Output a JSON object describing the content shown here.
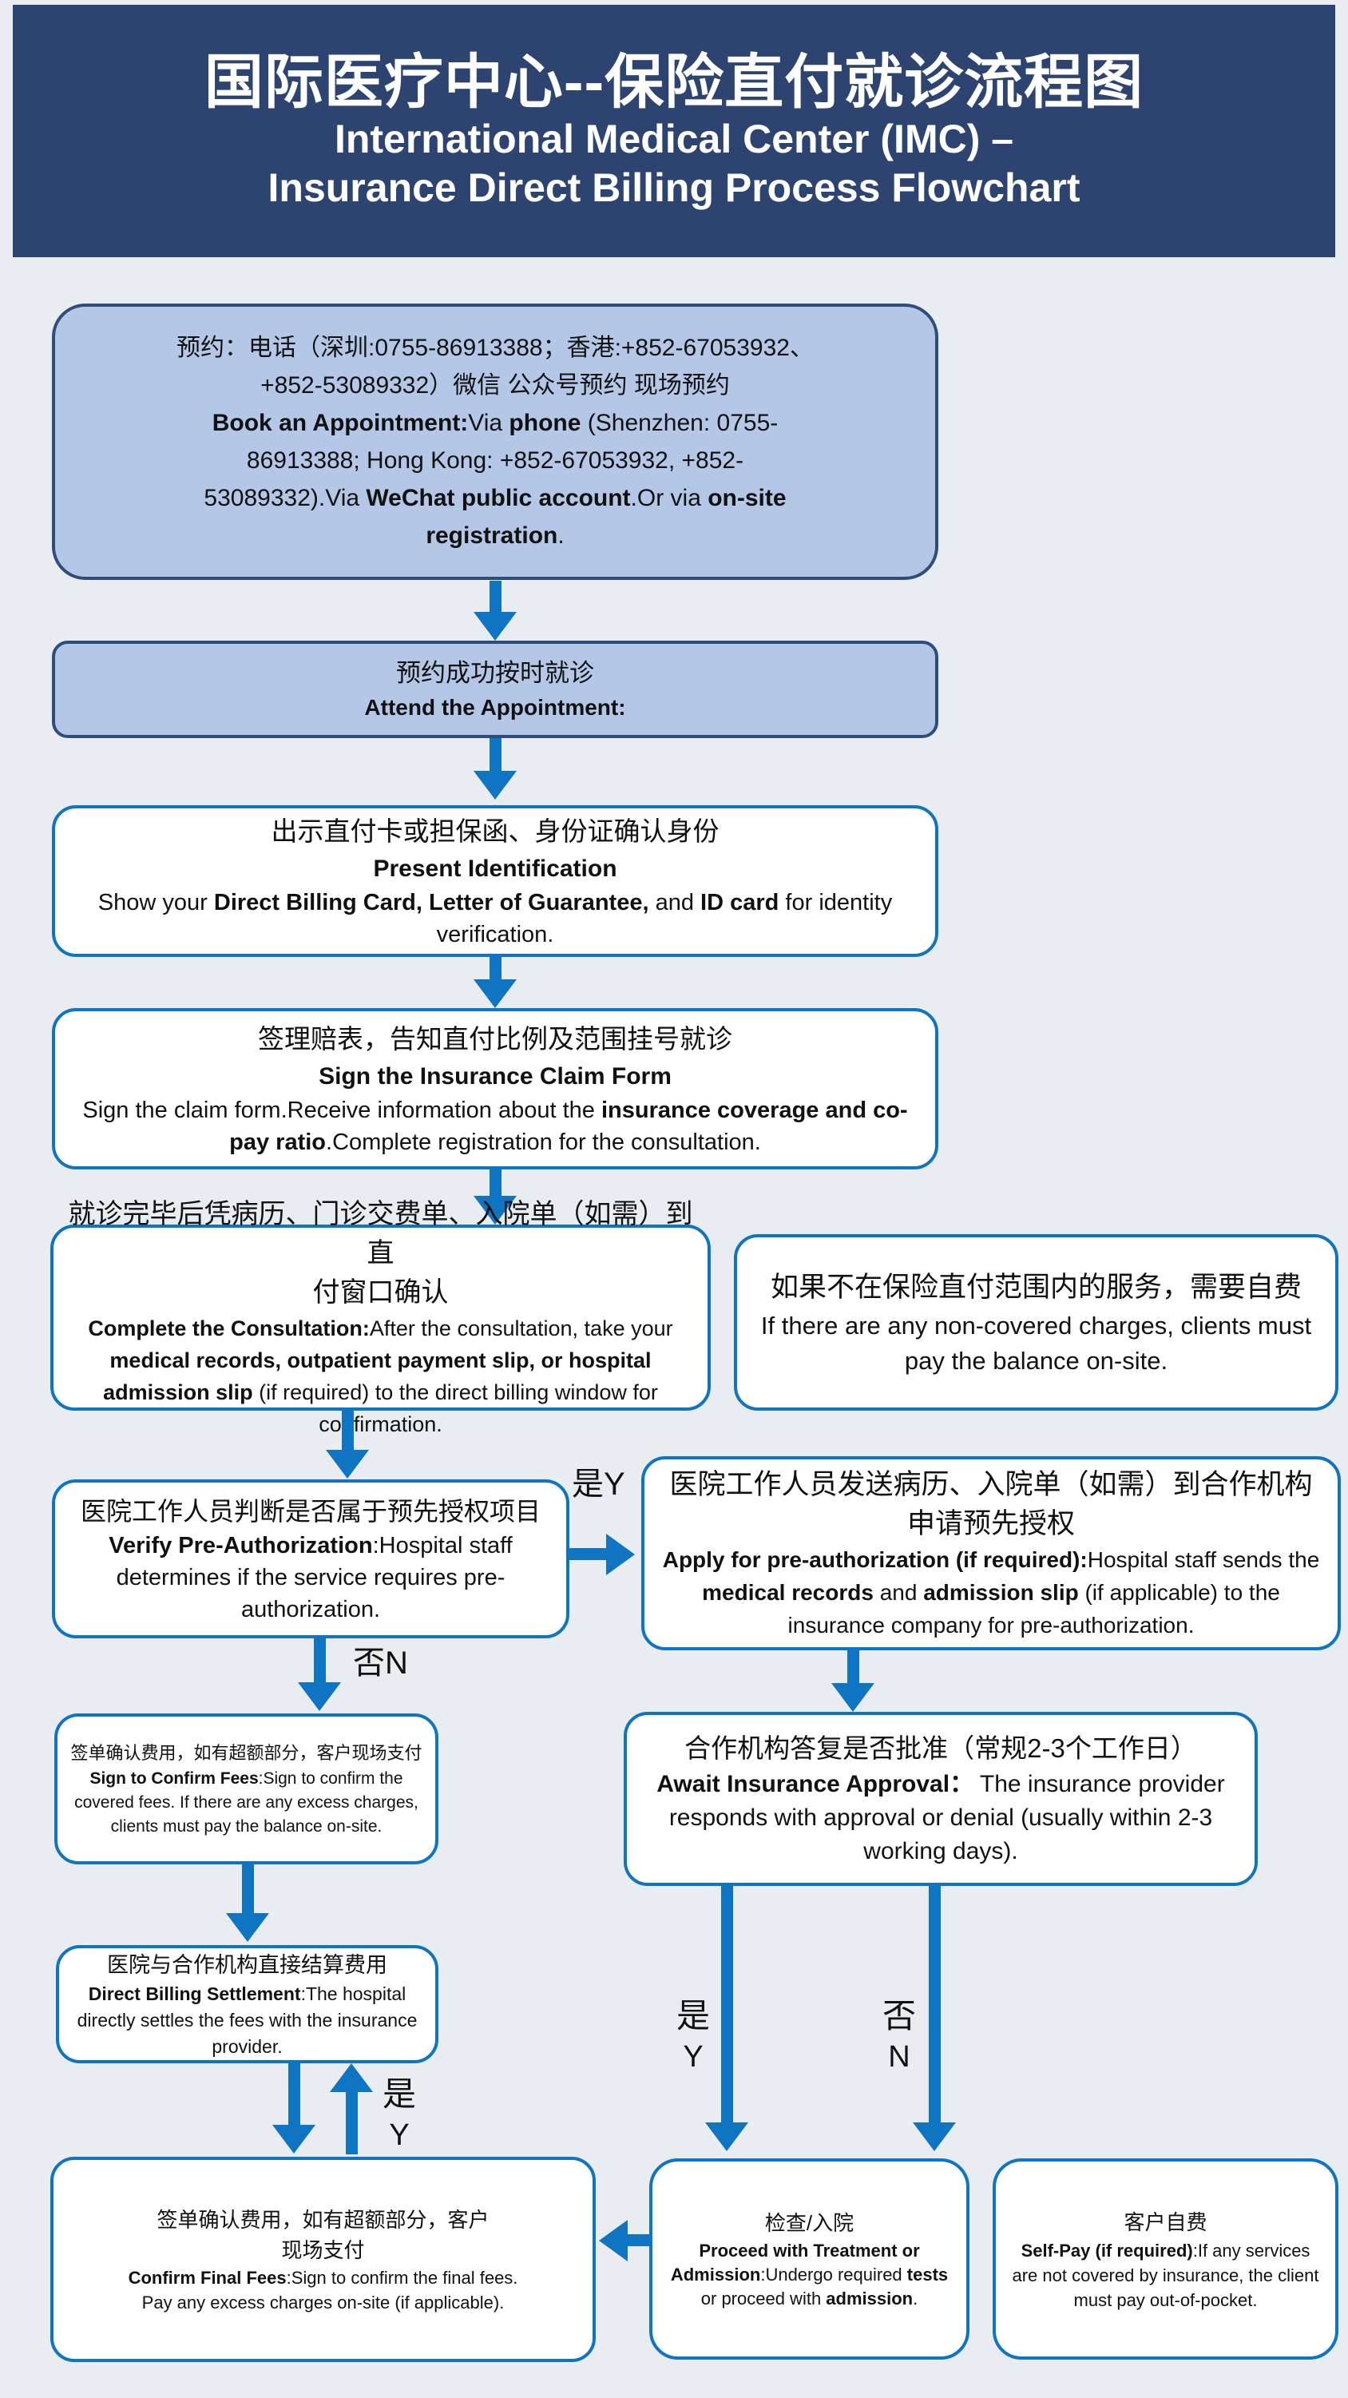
{
  "colors": {
    "header_bg": "#2e4470",
    "canvas_bg": "#e9edf2",
    "box_fill_light": "#b4c7e7",
    "box_border_dark": "#2e4d7c",
    "flow_blue": "#0f74c2",
    "text": "#111111"
  },
  "header": {
    "title_zh": "国际医疗中心--保险直付就诊流程图",
    "title_en_line1": "International Medical Center (IMC) –",
    "title_en_line2": "Insurance Direct Billing Process Flowchart"
  },
  "labels": {
    "yes_inline": "是Y",
    "no_inline": "否N",
    "yes_zh": "是",
    "yes_en": "Y",
    "no_zh": "否",
    "no_en": "N"
  },
  "boxes": {
    "appointment": {
      "zh1": "预约：电话（深圳:0755-86913388；香港:+852-67053932、",
      "zh2": "+852-53089332）微信 公众号预约 现场预约",
      "l3a": "Book an Appointment:",
      "l3b": "Via ",
      "l3c": "phone",
      "l3d": " (Shenzhen: 0755-",
      "l4": "86913388; Hong Kong: +852-67053932, +852-",
      "l5a": "53089332).Via ",
      "l5b": "WeChat public account",
      "l5c": ".Or via ",
      "l5d": "on-site",
      "l6a": "registration",
      "l6b": "."
    },
    "attend": {
      "zh": "预约成功按时就诊",
      "en": "Attend the Appointment:"
    },
    "identification": {
      "zh": "出示直付卡或担保函、身份证确认身份",
      "title": "Present Identification",
      "e1": "Show your ",
      "e2": "Direct Billing Card, Letter of Guarantee,",
      "e3": " and ",
      "e4": "ID card",
      "e5": " for identity verification."
    },
    "claim": {
      "zh": "签理赔表，告知直付比例及范围挂号就诊",
      "title": "Sign the Insurance Claim Form",
      "e1": "Sign the claim form.Receive information about the ",
      "e2": "insurance coverage and co-pay ratio",
      "e3": ".Complete registration for the consultation."
    },
    "consult": {
      "zh1": "就诊完毕后凭病历、门诊交费单、入院单（如需）到直",
      "zh2": "付窗口确认",
      "e1": "Complete the Consultation:",
      "e2": "After the consultation, take your ",
      "e3": "medical records, outpatient payment slip, or hospital admission slip",
      "e4": " (if required) to the direct billing window for confirmation."
    },
    "noncovered": {
      "zh": "如果不在保险直付范围内的服务，需要自费",
      "en": "If there are any non-covered charges, clients must pay the balance on-site."
    },
    "verify": {
      "zh": "医院工作人员判断是否属于预先授权项目",
      "e1": "Verify Pre-Authorization",
      "e2": ":Hospital staff determines if the service requires pre-authorization."
    },
    "apply": {
      "zh1": "医院工作人员发送病历、入院单（如需）到合作机构",
      "zh2": "申请预先授权",
      "e1": "Apply for pre-authorization (if required):",
      "e2": "Hospital staff sends the ",
      "e3": "medical records",
      "e4": " and ",
      "e5": "admission slip",
      "e6": " (if applicable) to the insurance company for pre-authorization."
    },
    "signfees": {
      "zh": "签单确认费用，如有超额部分，客户现场支付",
      "e1": "Sign to Confirm Fees",
      "e2": ":Sign to confirm the covered fees. If there are any excess charges, clients must pay the balance on-site."
    },
    "await": {
      "zh": "合作机构答复是否批准（常规2-3个工作日）",
      "e1": "Await Insurance Approval：",
      "e2": " The insurance provider responds with approval or denial (usually within 2-3 working days)."
    },
    "settlement": {
      "zh": "医院与合作机构直接结算费用",
      "e1": "Direct Billing Settlement",
      "e2": ":The hospital directly settles the fees with the insurance provider."
    },
    "confirmfinal": {
      "zh1": "签单确认费用，如有超额部分，客户",
      "zh2": "现场支付",
      "e1": "Confirm Final Fees",
      "e2": ":Sign to confirm the final fees.",
      "e3": "Pay any excess charges on-site (if applicable)."
    },
    "proceed": {
      "zh": "检查/入院",
      "e1": "Proceed with Treatment or Admission",
      "e2": ":Undergo required ",
      "e3": "tests",
      "e4": " or proceed with ",
      "e5": "admission",
      "e6": "."
    },
    "selfpay": {
      "zh": "客户自费",
      "e1": "Self-Pay (if required)",
      "e2": ":If any services are not covered by insurance, the client must pay out-of-pocket."
    }
  }
}
